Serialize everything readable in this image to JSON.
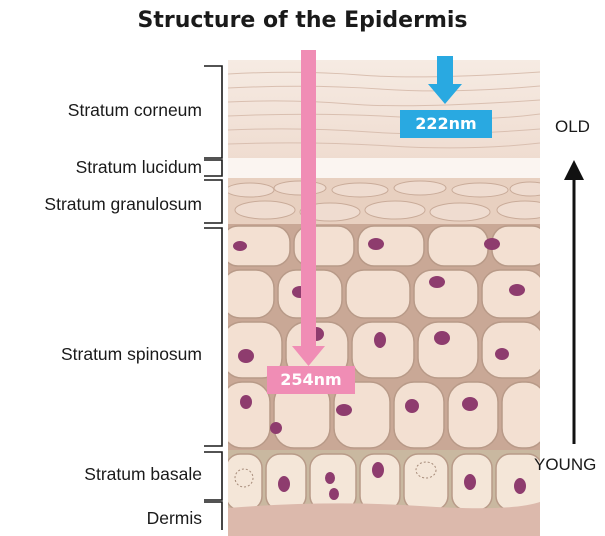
{
  "title": "Structure of the Epidermis",
  "layers": [
    {
      "name": "Stratum corneum"
    },
    {
      "name": "Stratum lucidum"
    },
    {
      "name": "Stratum granulosum"
    },
    {
      "name": "Stratum spinosum"
    },
    {
      "name": "Stratum basale"
    },
    {
      "name": "Dermis"
    }
  ],
  "wavelengths": [
    {
      "label": "222nm",
      "color": "#29a9e1"
    },
    {
      "label": "254nm",
      "color": "#f08db5"
    }
  ],
  "age_axis": {
    "top": "OLD",
    "bottom": "YOUNG"
  },
  "colors": {
    "corneum": "#f3e4d9",
    "lucidum": "#faf3ee",
    "granulosum": "#ead2c3",
    "cell": "#f3e0d2",
    "cell_border": "#b89a88",
    "nucleus": "#8e3c6e",
    "dermis": "#d9b3a6"
  }
}
